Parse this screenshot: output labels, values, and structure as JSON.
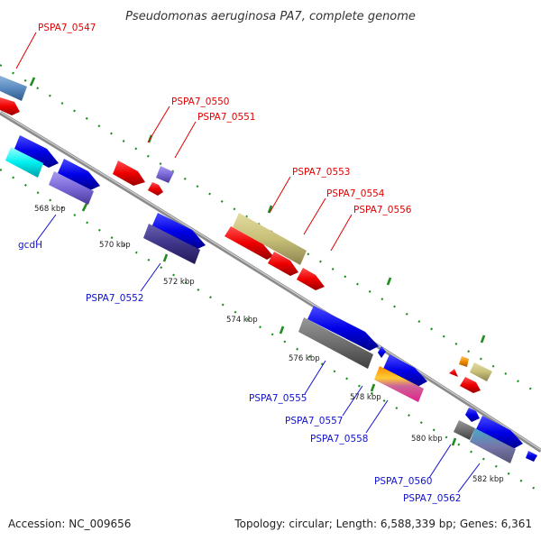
{
  "title": "Pseudomonas aeruginosa PA7, complete genome",
  "accession": "Accession: NC_009656",
  "summary": "Topology: circular; Length: 6,588,339 bp; Genes: 6,361",
  "kbp_labels": [
    "568 kbp",
    "570 kbp",
    "572 kbp",
    "574 kbp",
    "576 kbp",
    "578 kbp",
    "580 kbp",
    "582 kbp"
  ],
  "gene_labels_top": [
    "PSPA7_0547",
    "PSPA7_0550",
    "PSPA7_0551",
    "PSPA7_0553",
    "PSPA7_0554",
    "PSPA7_0556"
  ],
  "gene_labels_bottom": [
    "gcdH",
    "PSPA7_0552",
    "PSPA7_0555",
    "PSPA7_0557",
    "PSPA7_0558",
    "PSPA7_0560",
    "PSPA7_0562"
  ],
  "colors": {
    "red_label": "#e00000",
    "blue_label": "#1010d0",
    "backbone": "#8a8a8a",
    "dots": "#1e8c1e"
  }
}
